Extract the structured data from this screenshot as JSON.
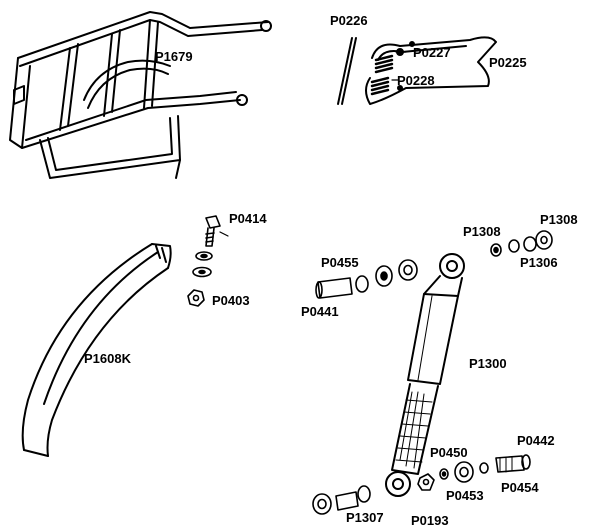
{
  "parts": {
    "luggage_rack": "P1679",
    "spring_pin": "P0226",
    "spring_top": "P0227",
    "spring_bottom": "P0228",
    "stand_clip": "P0225",
    "bolt": "P0414",
    "nut": "P0403",
    "mudguard": "P1608K",
    "washer_upper": "P0455",
    "bolt_upper": "P0441",
    "shock_absorber": "P1300",
    "bush_upper_left": "P1308",
    "bush_upper_right": "P1308",
    "spacer_upper": "P1306",
    "washer_lower": "P0450",
    "bolt_lower": "P0442",
    "spacer_lower": "P0453",
    "washer_lower_right": "P0454",
    "bush_lower": "P1307",
    "nut_lower": "P0193"
  }
}
